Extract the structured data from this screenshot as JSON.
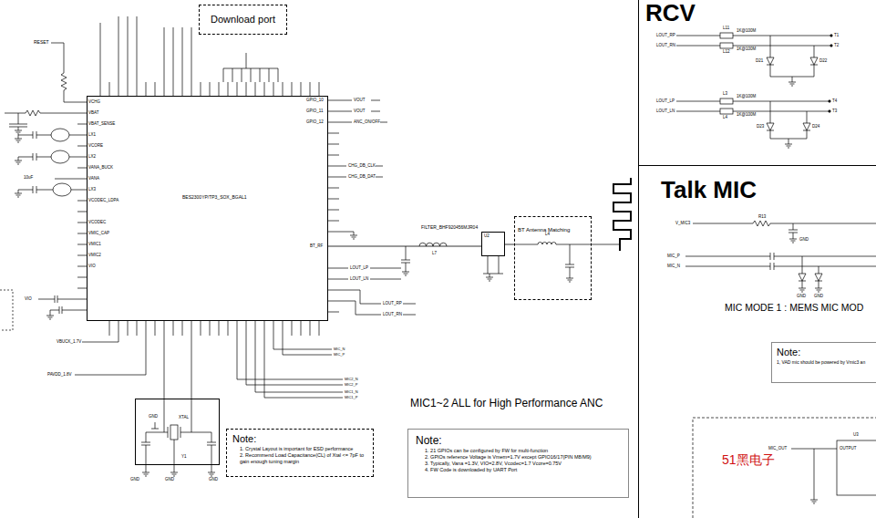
{
  "diagram": {
    "nodes": [
      {
        "text": [
          "BES2300YP/TP3_SOX_BGAL1"
        ]
      },
      {
        "text": [
          "Download port"
        ]
      },
      {
        "text": [
          "U2"
        ]
      },
      {
        "text": [
          "BT Antenna Matching"
        ]
      },
      {
        "text": [
          "Y1"
        ]
      },
      {
        "text": [
          "Note:",
          "1. Crystal Layout is important for ESD performance",
          "2. Recommend Load Capacitance(CL) of Xtal <= 7pF to gain enough tuning margin"
        ]
      },
      {
        "text": [
          "Note:",
          "1. 21 GPIOs can be configured by FW for multi-function",
          "2. GPIOs reference Voltage is Vmem=1.7V except GPIO16/17(PIN M8/M9)",
          "3. Typically, Vana =1.3V, VIO=2.8V, Vcodec=1.7 Vcore=0.75V",
          "4. FW Code is downloaded by UART Port"
        ]
      },
      {
        "text": [
          "RCV"
        ]
      },
      {
        "text": [
          "Talk MIC"
        ]
      },
      {
        "text": [
          "Note:",
          "1, VAD mic should be powered by Vmic3 an"
        ],
        "in": 8
      }
    ],
    "edges": [
      {
        "from": 0,
        "to": 2,
        "arrow": "none"
      },
      {
        "from": 2,
        "to": 3,
        "arrow": "none"
      }
    ],
    "labels": [
      "RESET",
      "VCHG",
      "VBAT",
      "VBAT_SENSE",
      "LX1",
      "VCORE",
      "LX2",
      "VANA_BUCK",
      "VANA",
      "LX3",
      "VCODEC_LDPA",
      "VCODEC",
      "VMIC_CAP",
      "VMIC1",
      "VMIC2",
      "VIO",
      "GPIO_10",
      "GPIO_11",
      "GPIO_12",
      "VOUT",
      "VOUT",
      "ANC_ON/OFF",
      "CHG_DB_CLK",
      "CHG_DB_DAT",
      "BT_RF",
      "LOUT_LP",
      "LOUT_LN",
      "LOUT_RP",
      "LOUT_RN",
      "MIC_N",
      "MIC_P",
      "MIC2_N",
      "MIC2_P",
      "MIC1_N",
      "MIC1_P",
      "VBUCK_1.7V",
      "PAVDD_1.8V",
      "VIO",
      "10uF",
      "FILTER_BHF920456MJR04",
      "L7",
      "L4",
      "GND",
      "XTAL",
      "GND",
      "GND",
      "GND",
      "MIC1~2 ALL for High Performance ANC",
      "LOUT_RP",
      "LOUT_RN",
      "L11",
      "L12",
      "1K@100M",
      "1K@100M",
      "T1",
      "T2",
      "D21",
      "D22",
      "LOUT_LP",
      "LOUT_LN",
      "L3",
      "L4",
      "1K@100M",
      "1K@100M",
      "T4",
      "T3",
      "D23",
      "D24",
      "V_MIC3",
      "R13",
      "MIC_P",
      "MIC_N",
      "GND",
      "GND",
      "GND",
      "MIC MODE 1 : MEMS MIC MOD",
      "MIC_OUT",
      "U3",
      "OUTPUT",
      "51黑电子"
    ]
  }
}
